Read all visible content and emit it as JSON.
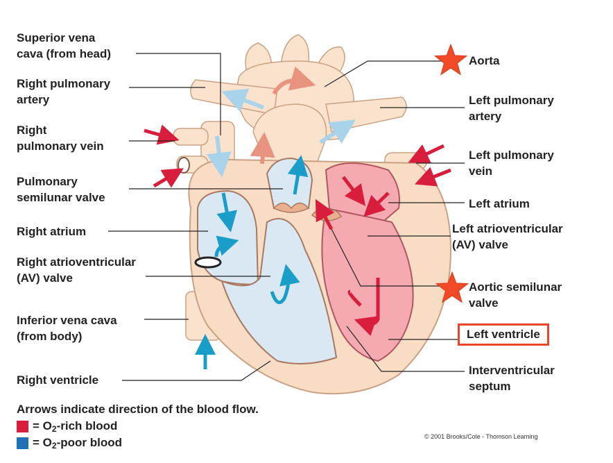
{
  "labels": {
    "superior_vena_cava": "Superior vena\ncava (from head)",
    "right_pulmonary_artery": "Right pulmonary\nartery",
    "right_pulmonary_vein": "Right\npulmonary vein",
    "pulmonary_semilunar_valve": "Pulmonary\nsemilunar valve",
    "right_atrium": "Right atrium",
    "right_av_valve": "Right atrioventricular\n(AV) valve",
    "inferior_vena_cava": "Inferior vena cava\n(from body)",
    "right_ventricle": "Right ventricle",
    "aorta": "Aorta",
    "left_pulmonary_artery": "Left pulmonary\nartery",
    "left_pulmonary_vein": "Left pulmonary\nvein",
    "left_atrium": "Left atrium",
    "left_av_valve": "Left atrioventricular\n(AV) valve",
    "aortic_semilunar_valve": "Aortic semilunar\nvalve",
    "left_ventricle": "Left ventricle",
    "interventricular_septum": "Interventricular\nseptum"
  },
  "legend": {
    "title": "Arrows indicate direction of the blood flow.",
    "rich_prefix": "= O",
    "rich_sub": "2",
    "rich_suffix": "-rich blood",
    "poor_prefix": "= O",
    "poor_sub": "2",
    "poor_suffix": "-poor blood"
  },
  "copyright": "© 2001 Brooks/Cole - Thomson Learning",
  "colors": {
    "oxygen_rich": "#d81e3c",
    "oxygen_poor": "#1f6fb5",
    "highlight": "#e8452a",
    "tissue": "#f9dcc4",
    "left_chamber": "#f4aab0",
    "right_chamber": "#d9e8f3"
  }
}
